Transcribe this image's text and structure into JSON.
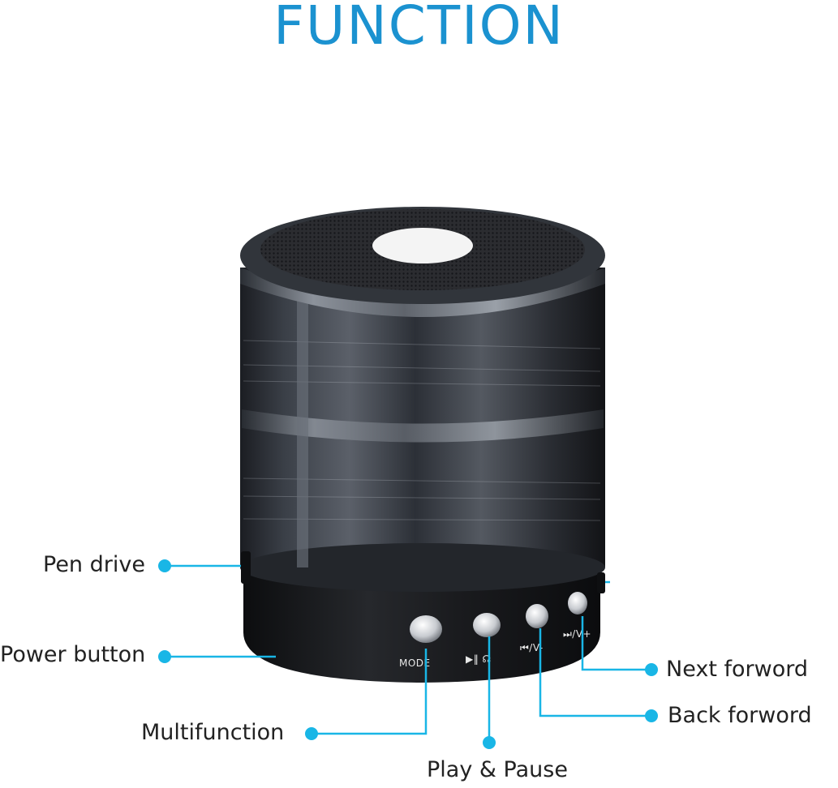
{
  "title": "FUNCTION",
  "accent_color": "#1b92d0",
  "callout_color": "#19b6e6",
  "product": {
    "button_labels": {
      "mode": "MODE"
    }
  },
  "callouts": {
    "pen_drive": "Pen drive",
    "power_button": "Power button",
    "multifunction": "Multifunction",
    "play_pause": "Play & Pause",
    "next_forword": "Next forword",
    "back_forword": "Back forword"
  }
}
